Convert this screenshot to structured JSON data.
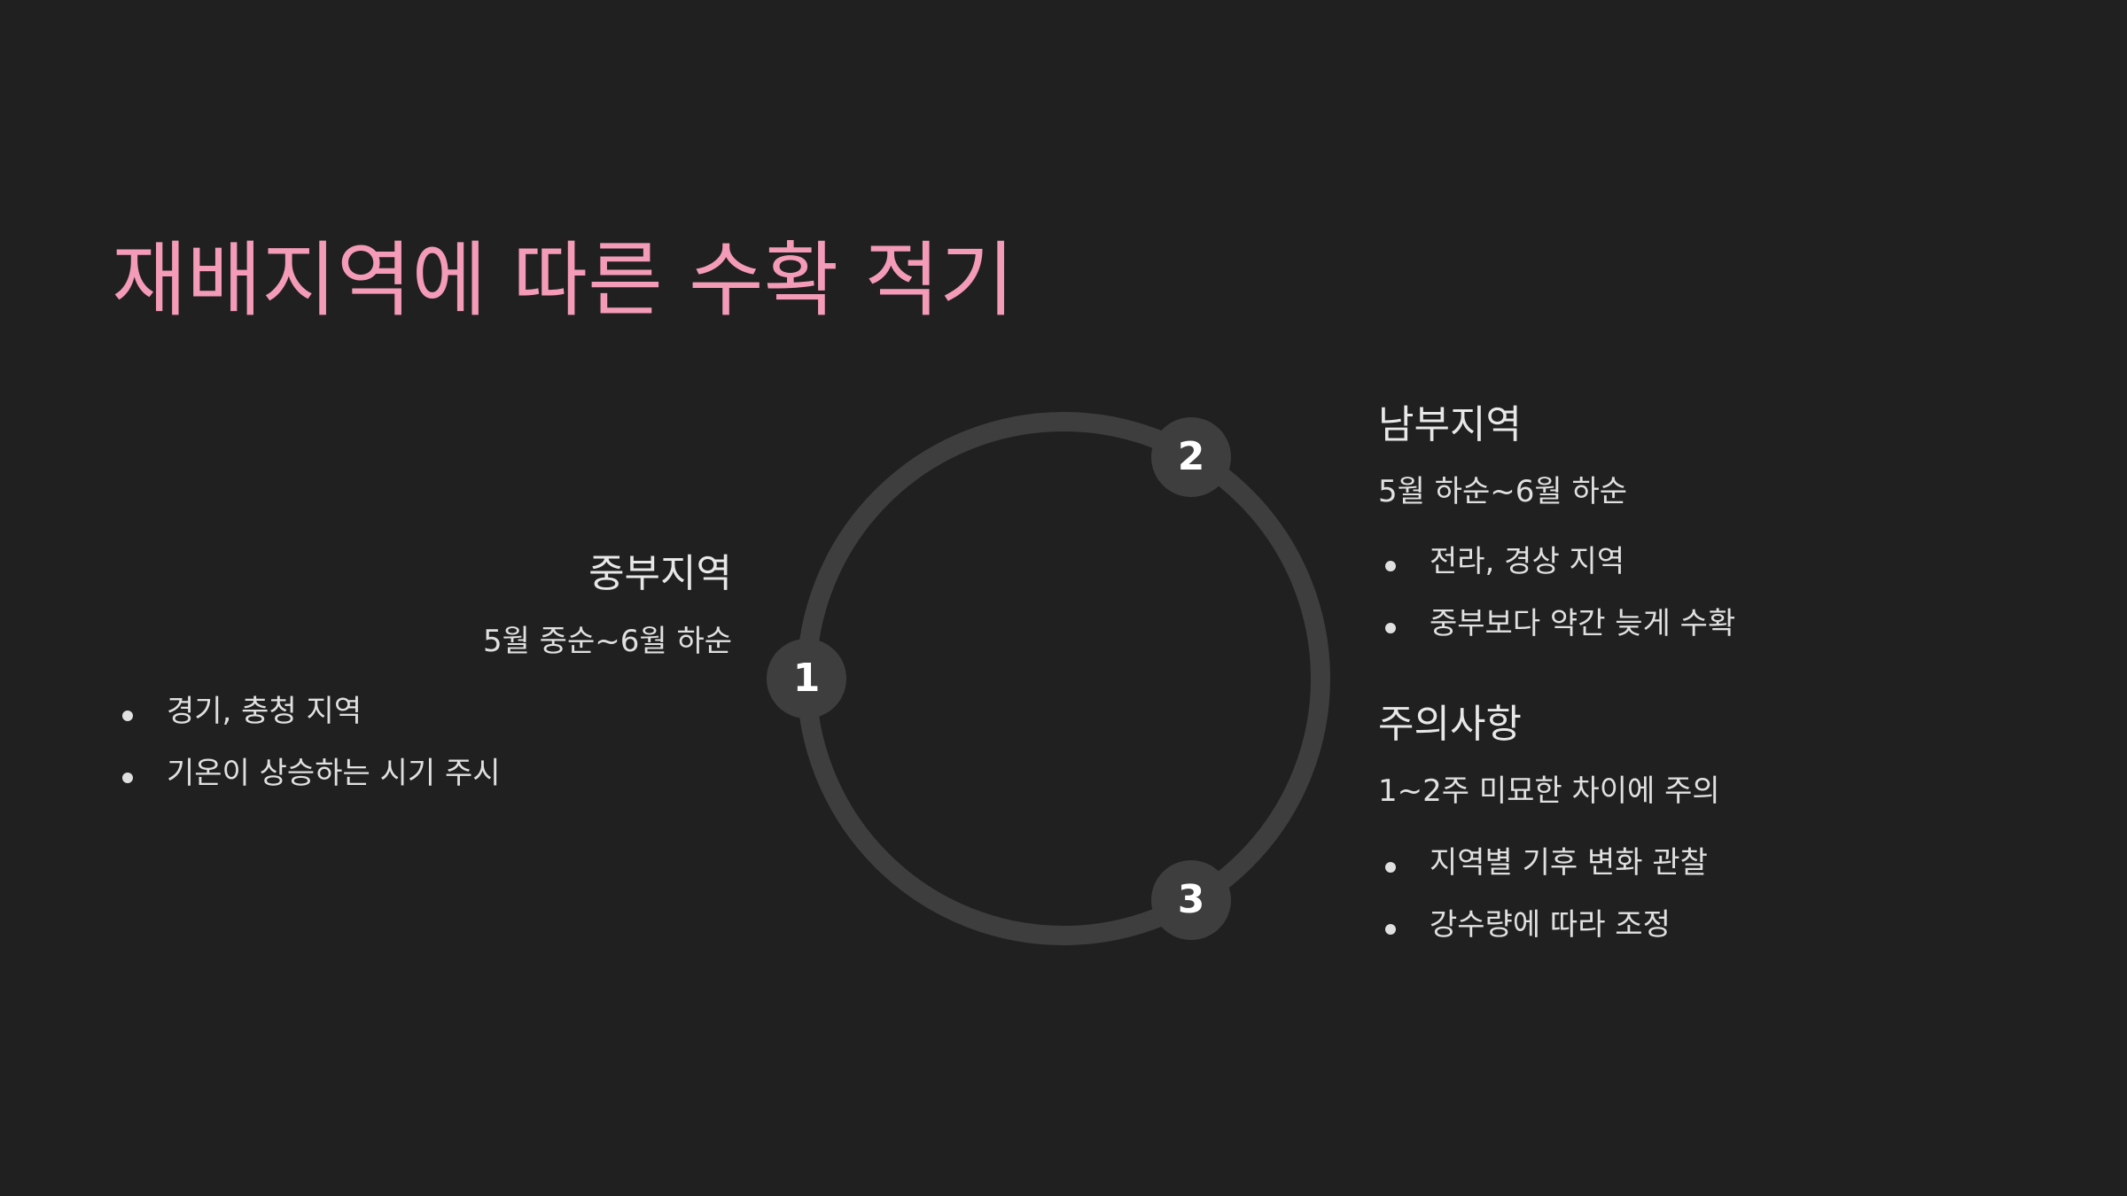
{
  "title": "재배지역에 따른 수확 적기",
  "colors": {
    "background": "#202020",
    "title": "#f39bb7",
    "ring": "#3e3e3e",
    "text": "#e8e8e8"
  },
  "markers": [
    "1",
    "2",
    "3"
  ],
  "central": {
    "heading": "중부지역",
    "period": "5월 중순~6월 하순",
    "bullets": [
      "경기, 충청 지역",
      "기온이 상승하는 시기 주시"
    ]
  },
  "southern": {
    "heading": "남부지역",
    "period": "5월 하순~6월 하순",
    "bullets": [
      "전라, 경상 지역",
      "중부보다 약간 늦게 수확"
    ]
  },
  "caution": {
    "heading": "주의사항",
    "period": "1~2주 미묘한 차이에 주의",
    "bullets": [
      "지역별 기후 변화 관찰",
      "강수량에 따라 조정"
    ]
  }
}
